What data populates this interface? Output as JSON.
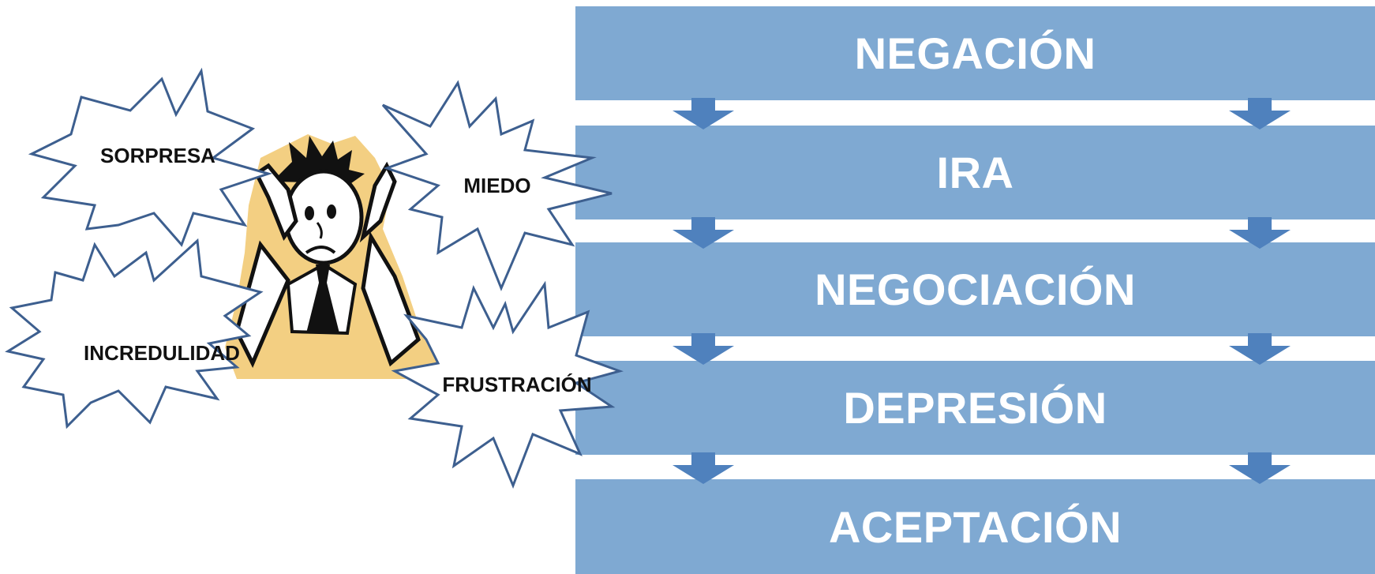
{
  "stages": [
    {
      "label": "NEGACIÓN"
    },
    {
      "label": "IRA"
    },
    {
      "label": "NEGOCIACIÓN"
    },
    {
      "label": "DEPRESIÓN"
    },
    {
      "label": "ACEPTACIÓN"
    }
  ],
  "emotions": [
    {
      "label": "SORPRESA"
    },
    {
      "label": "MIEDO"
    },
    {
      "label": "INCREDULIDAD"
    },
    {
      "label": "FRUSTRACIÓN"
    }
  ],
  "colors": {
    "stage_fill": "#7fa9d2",
    "arrow_fill": "#4f81bd",
    "burst_stroke": "#3d5f8f",
    "clipart_background": "#f3cf82"
  }
}
